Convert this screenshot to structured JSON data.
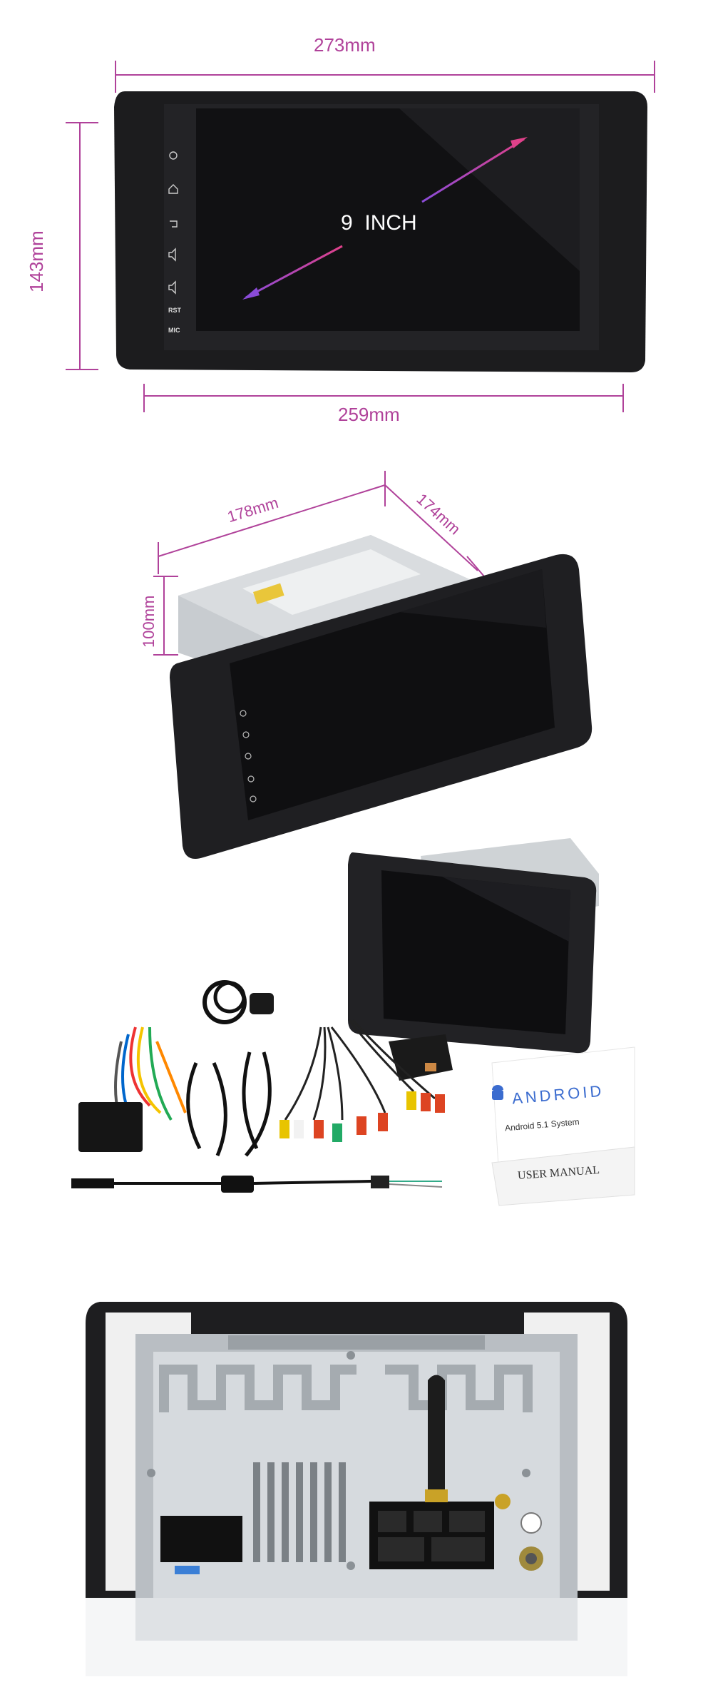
{
  "panel1": {
    "width_label": "273mm",
    "height_label": "143mm",
    "bottom_label": "259mm",
    "screen_label": "9  INCH",
    "side_buttons": [
      "RST",
      "MIC"
    ]
  },
  "panel2": {
    "width_label": "178mm",
    "depth_label": "174mm",
    "height_label": "100mm"
  },
  "panel3": {
    "android_logo": "ANDROID",
    "system_text": "Android 5.1 System",
    "manual_text": "USER MANUAL"
  },
  "colors": {
    "dimension": "#b0429a",
    "bezel": "#1c1c1e",
    "screen": "#111113",
    "chassis": "#c8ccd0"
  }
}
